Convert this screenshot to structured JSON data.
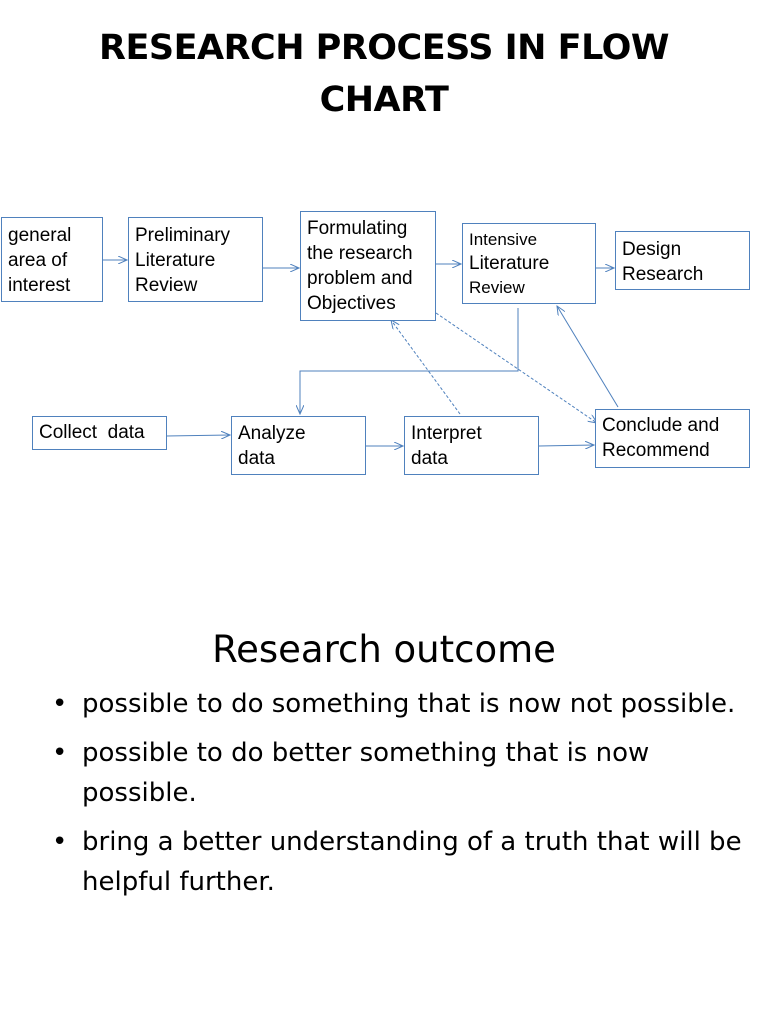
{
  "title_lines": [
    "RESEARCH PROCESS IN FLOW",
    "CHART"
  ],
  "flow": {
    "general": [
      "general",
      "area of",
      "interest"
    ],
    "preliminary": [
      "Preliminary",
      "Literature",
      "Review"
    ],
    "formulating": [
      "Formulating",
      "the research",
      "problem and",
      "Objectives"
    ],
    "intensive": [
      "Intensive",
      "Literature",
      "Review"
    ],
    "design": [
      "Design",
      "Research"
    ],
    "collect": [
      "Collect  data"
    ],
    "analyze": [
      "Analyze",
      "data"
    ],
    "interpret": [
      "Interpret",
      "data"
    ],
    "conclude": [
      "Conclude and",
      "Recommend"
    ]
  },
  "outcome": {
    "heading": "Research outcome",
    "bullets": [
      "possible to do something that is now not possible.",
      "possible to do better something that is now possible.",
      "bring a better understanding of a truth that will be helpful further."
    ]
  },
  "colors": {
    "box_border": "#4f81bd",
    "connector": "#4f81bd"
  }
}
